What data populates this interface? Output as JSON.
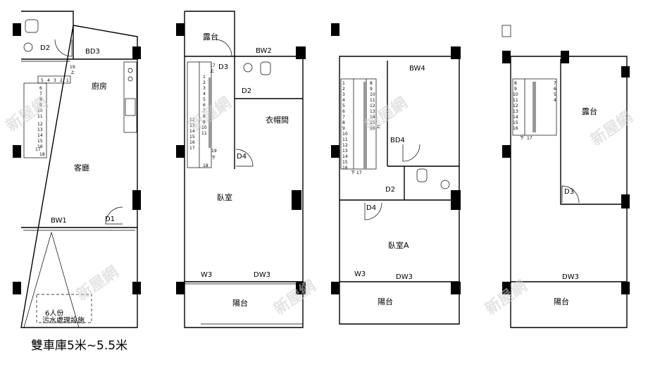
{
  "plans": {
    "p1": {
      "kitchen": "廚房",
      "living": "客廳",
      "tags": [
        "D2",
        "BD3",
        "BW1",
        "D1"
      ],
      "stair": {
        "top": [
          "5",
          "4",
          "3",
          "2",
          "1"
        ],
        "left": [
          "6",
          "7",
          "8",
          "9",
          "10",
          "11",
          "12",
          "13",
          "14",
          "15",
          "16",
          "17",
          "18"
        ],
        "up_top": "19",
        "up_mark": "上"
      },
      "septic_1": "6人份",
      "septic_2": "污水處理設施"
    },
    "p2": {
      "balcony_top": "露台",
      "closet": "衣帽間",
      "bedroom": "臥室",
      "balcony": "陽台",
      "tags": [
        "BW2",
        "D3",
        "D2",
        "D4",
        "W3",
        "DW3"
      ],
      "stair": {
        "right": [
          "1",
          "2",
          "3",
          "4",
          "5",
          "6",
          "7",
          "8",
          "9",
          "10",
          "11"
        ],
        "left": [
          "12",
          "13",
          "14",
          "15",
          "16",
          "17"
        ],
        "top": "17",
        "bottom": [
          "18",
          "19"
        ],
        "up_mark": "上",
        "down_mark": "下"
      }
    },
    "p3": {
      "bedroom": "臥室A",
      "balcony": "陽台",
      "tags": [
        "BW4",
        "BD4",
        "D2",
        "D4",
        "W3",
        "DW3"
      ],
      "stair": {
        "left": [
          "1",
          "2",
          "3",
          "4",
          "5",
          "6",
          "7",
          "8",
          "9",
          "10",
          "11",
          "12",
          "13",
          "14",
          "15",
          "16"
        ],
        "right": [
          "8",
          "9",
          "10",
          "11",
          "12",
          "13",
          "14",
          "15",
          "16"
        ],
        "bottom": "17",
        "up_mark": "上",
        "down_mark": "下"
      }
    },
    "p4": {
      "balcony_top": "露台",
      "balcony": "陽台",
      "tags": [
        "D3",
        "DW3"
      ],
      "stair": {
        "left": [
          "8",
          "9",
          "10",
          "11",
          "12",
          "13",
          "14",
          "15",
          "16"
        ],
        "right": [
          "7",
          "6",
          "5",
          "4"
        ],
        "bottom": "17",
        "down_mark": "下"
      }
    }
  },
  "watermark": "新屋網",
  "caption": "雙車庫5米~5.5米"
}
